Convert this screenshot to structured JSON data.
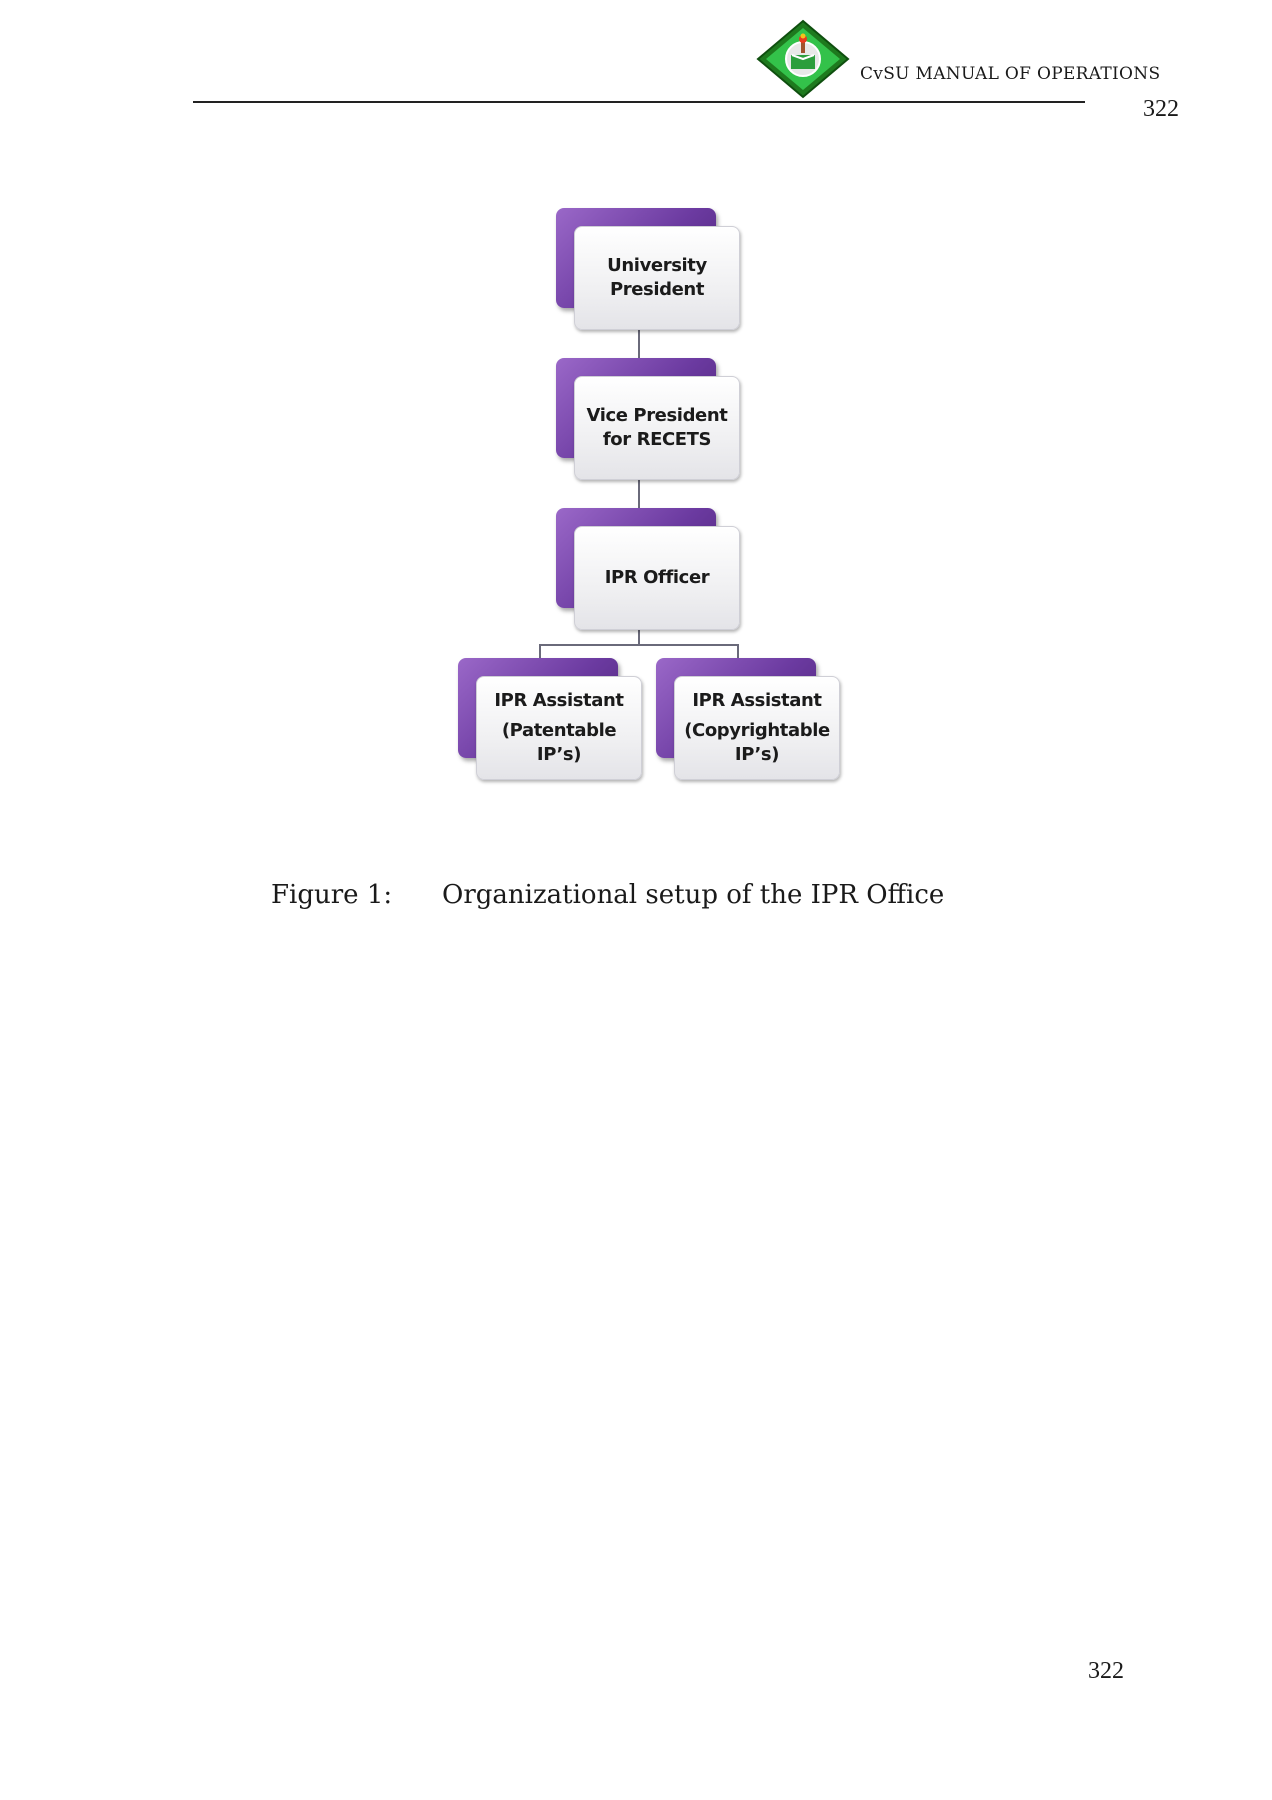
{
  "header": {
    "logo_icon": "cvsu-seal-logo",
    "title": "CvSU MANUAL OF OPERATIONS",
    "page_number": "322"
  },
  "org_chart": {
    "nodes": [
      {
        "id": "university-president",
        "lines": [
          "University",
          "President"
        ]
      },
      {
        "id": "vice-president",
        "lines": [
          "Vice President",
          "for RECETS"
        ]
      },
      {
        "id": "ipr-officer",
        "lines": [
          "IPR Officer"
        ]
      },
      {
        "id": "ipr-assistant-patentable",
        "title": "IPR Assistant",
        "lines": [
          "(Patentable",
          "IP’s)"
        ]
      },
      {
        "id": "ipr-assistant-copyrightable",
        "title": "IPR Assistant",
        "lines": [
          "(Copyrightable",
          "IP’s)"
        ]
      }
    ],
    "colors": {
      "accent": "#6b3aa0",
      "card": "#f0f0f2",
      "connector": "#6a6a7a"
    }
  },
  "caption": {
    "label": "Figure 1:",
    "text": "Organizational setup of the IPR Office"
  },
  "footer": {
    "page_number": "322"
  }
}
